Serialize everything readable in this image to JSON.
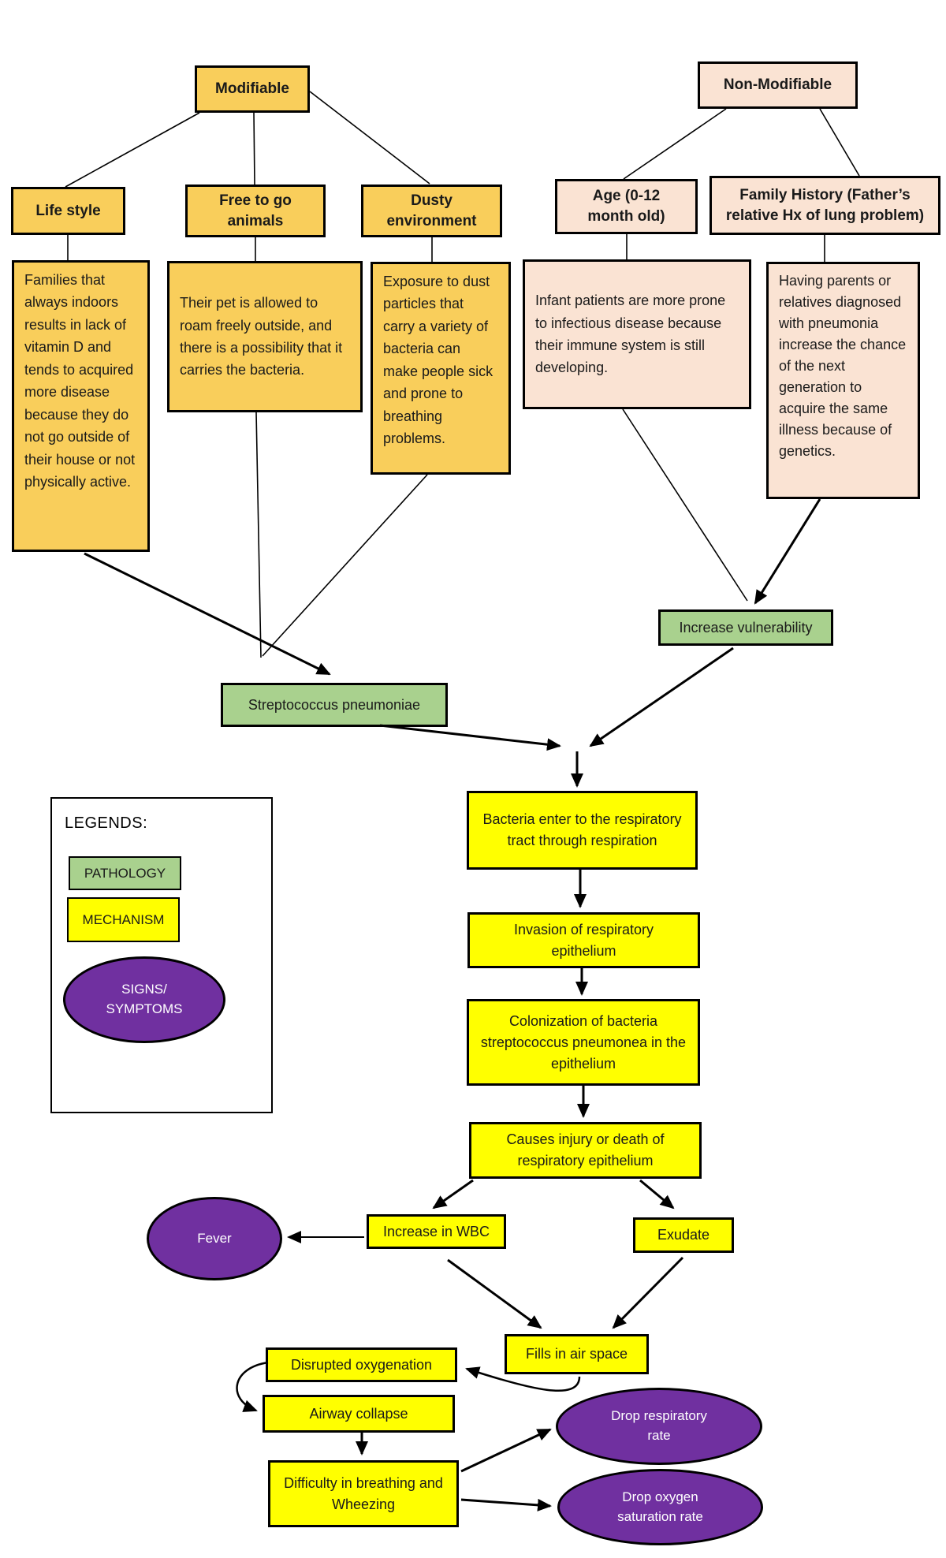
{
  "colors": {
    "modifiable_fill": "#F9CE5B",
    "non_modifiable_fill": "#FAE3D3",
    "pathology_fill": "#A9D18E",
    "mechanism_fill": "#FFFF00",
    "symptom_fill": "#7030A0",
    "border": "#000000"
  },
  "legend": {
    "title": "LEGENDS:",
    "pathology_label": "PATHOLOGY",
    "mechanism_label": "MECHANISM",
    "symptoms_label": "SIGNS/\nSYMPTOMS"
  },
  "nodes": {
    "modifiable": {
      "label": "Modifiable"
    },
    "non_modifiable": {
      "label": "Non-Modifiable"
    },
    "life_style": {
      "label": "Life style"
    },
    "free_to_go": {
      "label": "Free to go\nanimals"
    },
    "dusty_env": {
      "label": "Dusty\nenvironment"
    },
    "age": {
      "label": "Age (0-12\nmonth old)"
    },
    "family_history": {
      "label": "Family History (Father’s\nrelative Hx of lung problem)"
    },
    "life_style_desc": {
      "label": "Families that always indoors results in lack of vitamin D and tends to acquired more disease because they do not go outside of their house or not physically active."
    },
    "pet_desc": {
      "label": "Their pet is allowed to roam freely outside, and there is a possibility that it carries the bacteria."
    },
    "dust_desc": {
      "label": "Exposure to dust particles that carry a variety of bacteria can make people sick and prone to breathing problems."
    },
    "infant_desc": {
      "label": "Infant patients are more prone to infectious disease because their immune system is still developing."
    },
    "genetics_desc": {
      "label": "Having parents or relatives diagnosed with pneumonia increase the chance of the next generation to acquire the same illness because of genetics."
    },
    "increase_vulnerability": {
      "label": "Increase vulnerability"
    },
    "streptococcus": {
      "label": "Streptococcus pneumoniae"
    },
    "bacteria_enter": {
      "label": "Bacteria enter to the respiratory tract through respiration"
    },
    "invasion": {
      "label": "Invasion of respiratory epithelium"
    },
    "colonization": {
      "label": "Colonization of bacteria streptococcus pneumonea in the epithelium"
    },
    "injury": {
      "label": "Causes injury or death of respiratory epithelium"
    },
    "wbc": {
      "label": "Increase in WBC"
    },
    "exudate": {
      "label": "Exudate"
    },
    "fever": {
      "label": "Fever"
    },
    "fills_air": {
      "label": "Fills in air space"
    },
    "disrupted": {
      "label": "Disrupted oxygenation"
    },
    "airway": {
      "label": "Airway collapse"
    },
    "difficulty": {
      "label": "Difficulty in breathing and Wheezing"
    },
    "drop_resp": {
      "label": "Drop respiratory\nrate"
    },
    "drop_oxy": {
      "label": "Drop oxygen\nsaturation rate"
    }
  }
}
